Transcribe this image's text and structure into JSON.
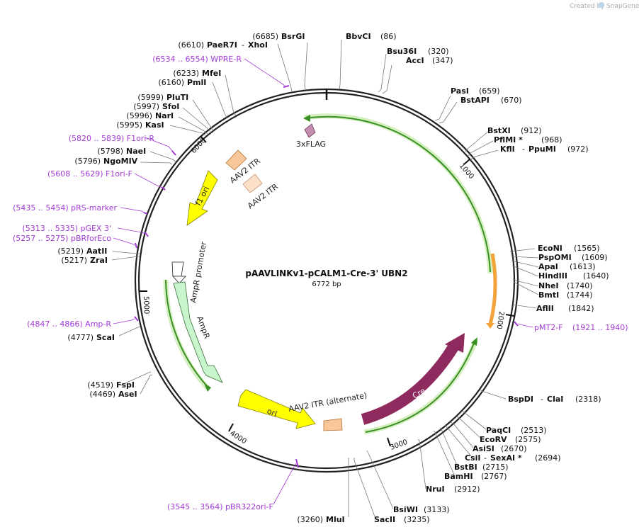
{
  "credit": {
    "prefix": "Created by",
    "brand": "SnapGene"
  },
  "title": "pAAVLINKv1-pCALM1-Cre-3' UBN2",
  "size": "6772 bp",
  "ticks": [
    "1000",
    "2000",
    "3000",
    "4000",
    "5000",
    "6000"
  ],
  "features": {
    "flag": "3xFLAG",
    "itr1": "AAV2 ITR",
    "itr2": "AAV2 ITR",
    "f1ori": "f1 ori",
    "amp_promoter": "AmpR promoter",
    "ampr": "AmpR",
    "ori": "ori",
    "itr_alt": "AAV2 ITR (alternate)",
    "cre": "Cre"
  },
  "sites": {
    "bsrgi": {
      "pos": "(6685)",
      "name": "BsrGI"
    },
    "bbvci": {
      "pos": "(86)",
      "name": "BbvCI"
    },
    "paer7i": {
      "pos": "(6610)",
      "name": "PaeR7I",
      "name2": "XhoI"
    },
    "bsu36i": {
      "pos": "(320)",
      "name": "Bsu36I"
    },
    "acci": {
      "pos": "(347)",
      "name": "AccI"
    },
    "mfei": {
      "pos": "(6233)",
      "name": "MfeI"
    },
    "pmli": {
      "pos": "(6160)",
      "name": "PmlI"
    },
    "pasi": {
      "pos": "(659)",
      "name": "PasI"
    },
    "bstapi": {
      "pos": "(670)",
      "name": "BstAPI"
    },
    "plutI": {
      "pos": "(5999)",
      "name": "PluTI"
    },
    "sfoi": {
      "pos": "(5997)",
      "name": "SfoI"
    },
    "nari": {
      "pos": "(5996)",
      "name": "NarI"
    },
    "kasi": {
      "pos": "(5995)",
      "name": "KasI"
    },
    "bstxi": {
      "pos": "(912)",
      "name": "BstXI"
    },
    "pflmi": {
      "pos": "(968)",
      "name": "PflMI *"
    },
    "kfli": {
      "pos": "(972)",
      "name": "KflI",
      "name2": "PpuMI"
    },
    "naei": {
      "pos": "(5798)",
      "name": "NaeI"
    },
    "ngomiv": {
      "pos": "(5796)",
      "name": "NgoMIV"
    },
    "aatii": {
      "pos": "(5219)",
      "name": "AatII"
    },
    "zrai": {
      "pos": "(5217)",
      "name": "ZraI"
    },
    "econi": {
      "pos": "(1565)",
      "name": "EcoNI"
    },
    "psppomi": {
      "pos": "(1609)",
      "name": "PspOMI"
    },
    "apai": {
      "pos": "(1613)",
      "name": "ApaI"
    },
    "hindiii": {
      "pos": "(1640)",
      "name": "HindIII"
    },
    "nhei": {
      "pos": "(1740)",
      "name": "NheI"
    },
    "bmti": {
      "pos": "(1744)",
      "name": "BmtI"
    },
    "aflii": {
      "pos": "(1842)",
      "name": "AflII"
    },
    "scai": {
      "pos": "(4777)",
      "name": "ScaI"
    },
    "fspi": {
      "pos": "(4519)",
      "name": "FspI"
    },
    "asei": {
      "pos": "(4469)",
      "name": "AseI"
    },
    "bspdi": {
      "pos": "(2318)",
      "name": "BspDI",
      "name2": "ClaI"
    },
    "paqci": {
      "pos": "(2513)",
      "name": "PaqCI"
    },
    "ecorv": {
      "pos": "(2575)",
      "name": "EcoRV"
    },
    "asisi": {
      "pos": "(2670)",
      "name": "AsiSI"
    },
    "csii": {
      "pos": "(2694)",
      "name": "CsiI",
      "name2": "SexAI *"
    },
    "bstbi": {
      "pos": "(2715)",
      "name": "BstBI"
    },
    "bamhi": {
      "pos": "(2767)",
      "name": "BamHI"
    },
    "nrui": {
      "pos": "(2912)",
      "name": "NruI"
    },
    "bsiwi": {
      "pos": "(3133)",
      "name": "BsiWI"
    },
    "sacii": {
      "pos": "(3235)",
      "name": "SacII"
    },
    "mlui": {
      "pos": "(3260)",
      "name": "MluI"
    }
  },
  "primers": {
    "wpre": "(6534 .. 6554)  WPRE-R",
    "f1ori_r": "(5820 .. 5839)  F1ori-R",
    "f1ori_f": "(5608 .. 5629)  F1ori-F",
    "prs": "(5435 .. 5454)  pRS-marker",
    "pgex": "(5313 .. 5335)  pGEX 3'",
    "pbrforeco": "(5257 .. 5275)  pBRforEco",
    "ampr": "(4847 .. 4866)  Amp-R",
    "pmt2": "pMT2-F",
    "pmt2_pos": "(1921 .. 1940)",
    "pbr322": "(3545 .. 3564)  pBR322ori-F"
  },
  "colors": {
    "backbone": "#222222",
    "primer": "#a23ad6",
    "itr": "#f8c89a",
    "itr_light": "#fde0c8",
    "f1ori": "#ffff00",
    "ampr": "#c9f5cc",
    "cre": "#8f2a5e",
    "flag": "#c48cb0",
    "pmt2": "#f2a33a"
  }
}
